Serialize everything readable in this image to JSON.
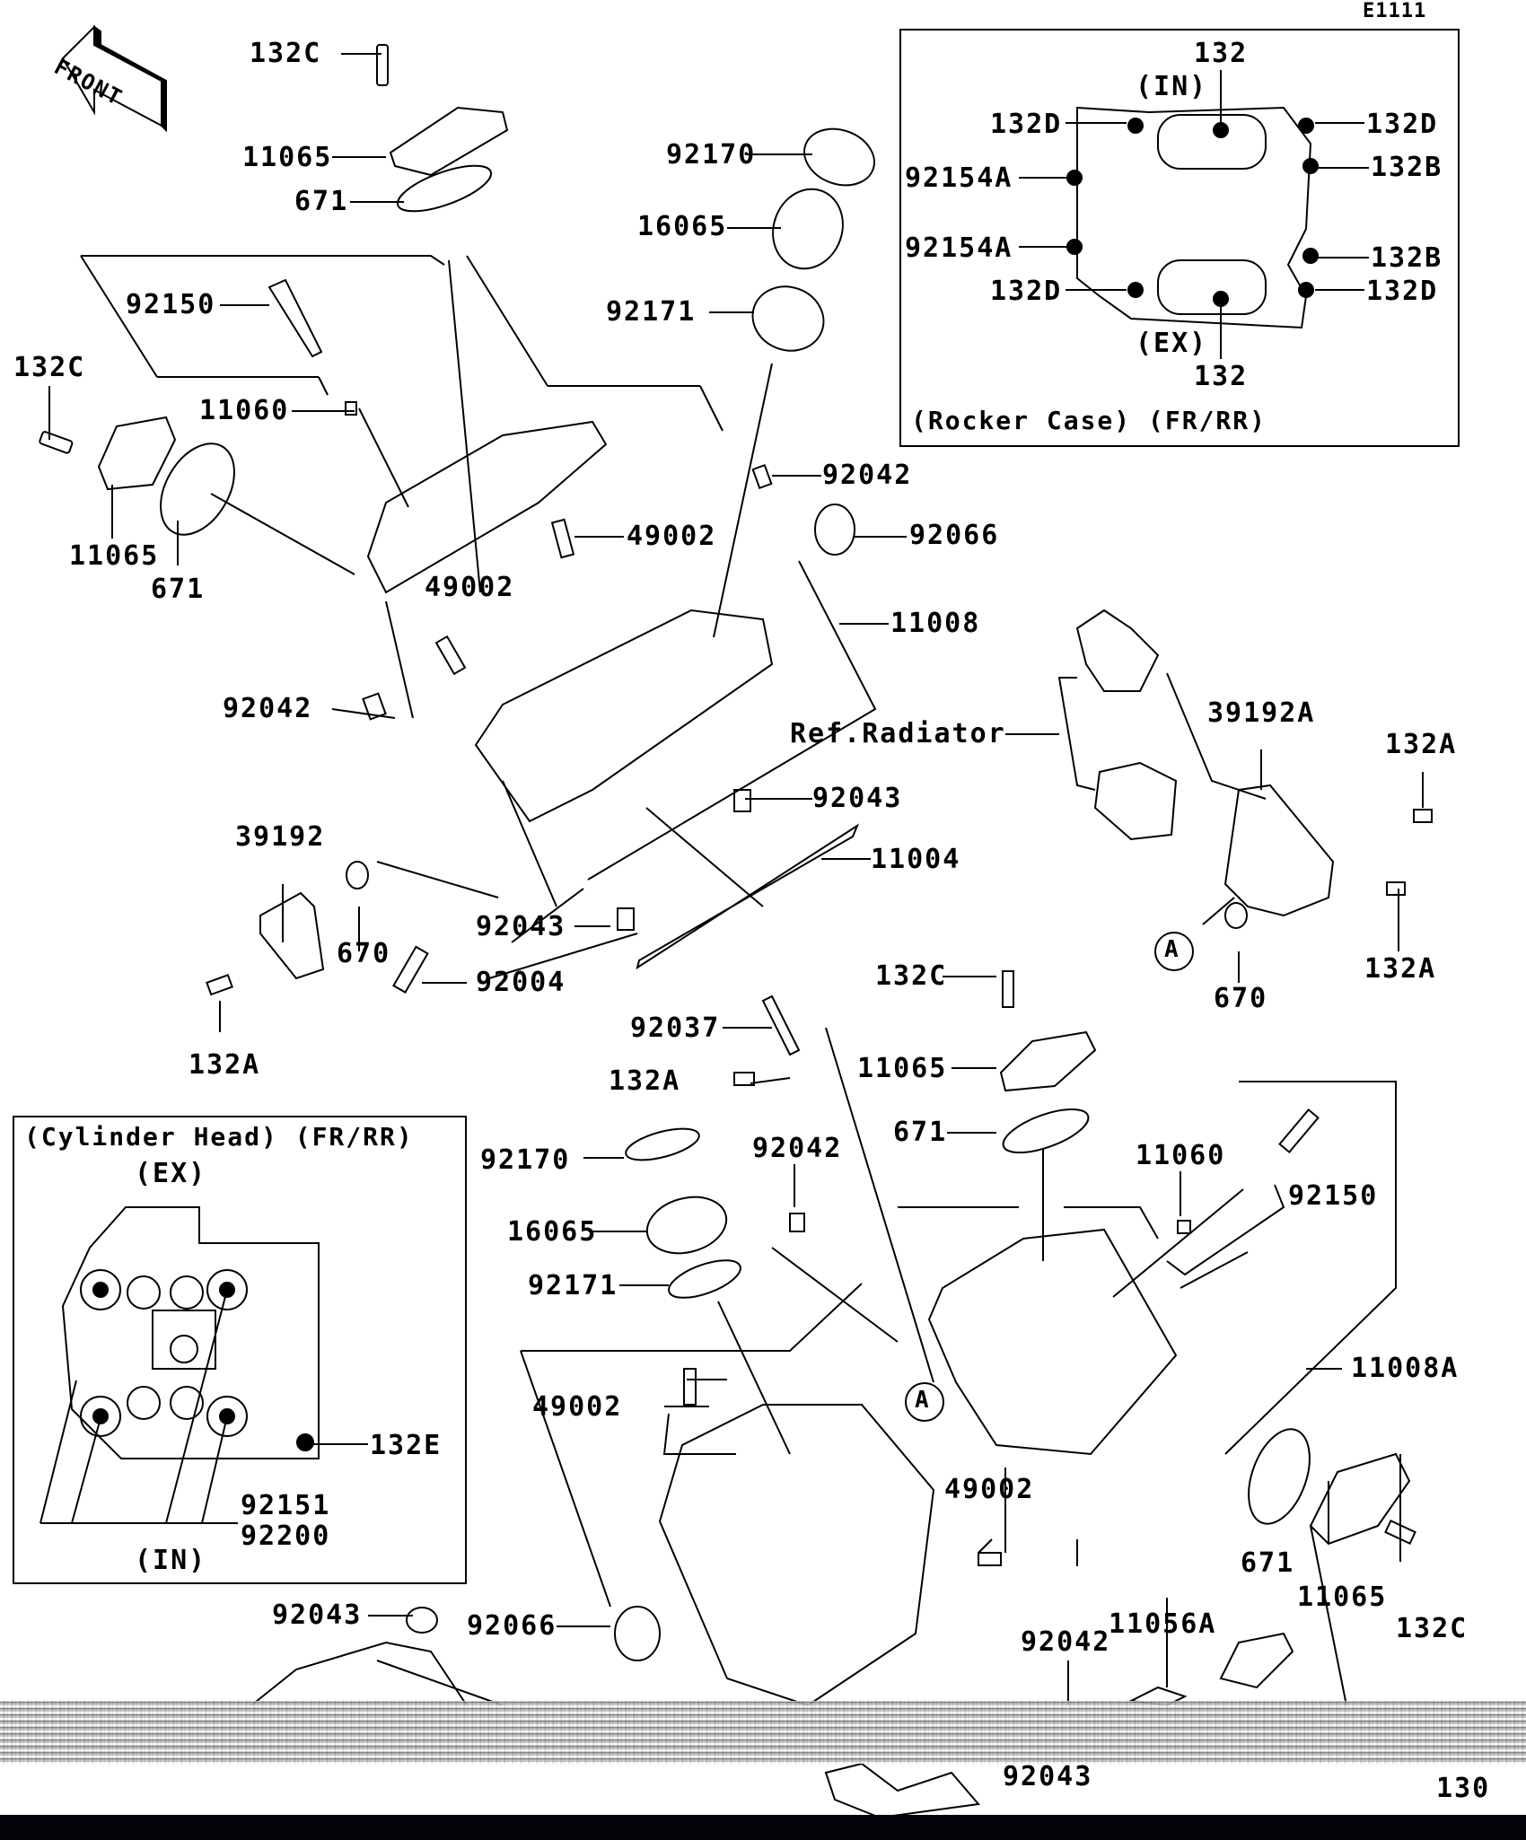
{
  "diagram_code": "E1111",
  "page_number": "130",
  "front_indicator": "FRONT",
  "ref_note": "Ref.Radiator",
  "rocker_case_inset": {
    "title": "(Rocker Case) (FR/RR)",
    "in_label": "(IN)",
    "ex_label": "(EX)",
    "callouts": [
      "132",
      "132D",
      "132D",
      "92154A",
      "132B",
      "92154A",
      "132B",
      "132D",
      "132D",
      "132"
    ]
  },
  "cylinder_head_inset": {
    "title": "(Cylinder Head) (FR/RR)",
    "ex_label": "(EX)",
    "in_label": "(IN)",
    "callouts": [
      "132E",
      "92151",
      "92200"
    ]
  },
  "callout_marker": "A",
  "parts": {
    "top_cover_bolt": "132C",
    "top_cover": "11065",
    "top_cover_gasket": "671",
    "top_bolt": "92150",
    "left_bolt": "132C",
    "left_nut": "11060",
    "left_cover": "11065",
    "left_gasket": "671",
    "upper_clamp": "92170",
    "upper_holder": "16065",
    "upper_clamp_2": "92171",
    "upper_dowel": "92042",
    "upper_guide_a": "49002",
    "upper_plug": "92066",
    "upper_guide_b": "49002",
    "head_assy_front": "11008",
    "left_dowel": "92042",
    "right_dowel": "92043",
    "head_gasket_front": "11004",
    "fitting": "39192",
    "oring_left": "670",
    "lower_dowel": "92043",
    "stud": "92004",
    "fitting_bolt": "132A",
    "fitting_a": "39192A",
    "fitting_a_bolt_top": "132A",
    "fitting_a_bolt_bottom": "132A",
    "oring_right": "670",
    "rear_cover_bolt": "132C",
    "rear_cover": "11065",
    "rear_gasket": "671",
    "bracket": "92037",
    "bracket_bolt": "132A",
    "rear_clamp": "92170",
    "rear_holder": "16065",
    "rear_clamp_2": "92171",
    "rear_dowel": "92042",
    "rear_nut": "11060",
    "rear_bolt": "92150",
    "head_assy_rear": "11008A",
    "rear_guide_a": "49002",
    "rear_guide_b": "49002",
    "rear_right_gasket": "671",
    "rear_right_cover": "11065",
    "rear_right_bolt": "132C",
    "rear_dowel_2": "92043",
    "rear_plug": "92066",
    "rear_dowel_3": "92042",
    "guide_bracket": "11056A",
    "bottom_dowel": "92043",
    "bottom_ref": "130"
  }
}
